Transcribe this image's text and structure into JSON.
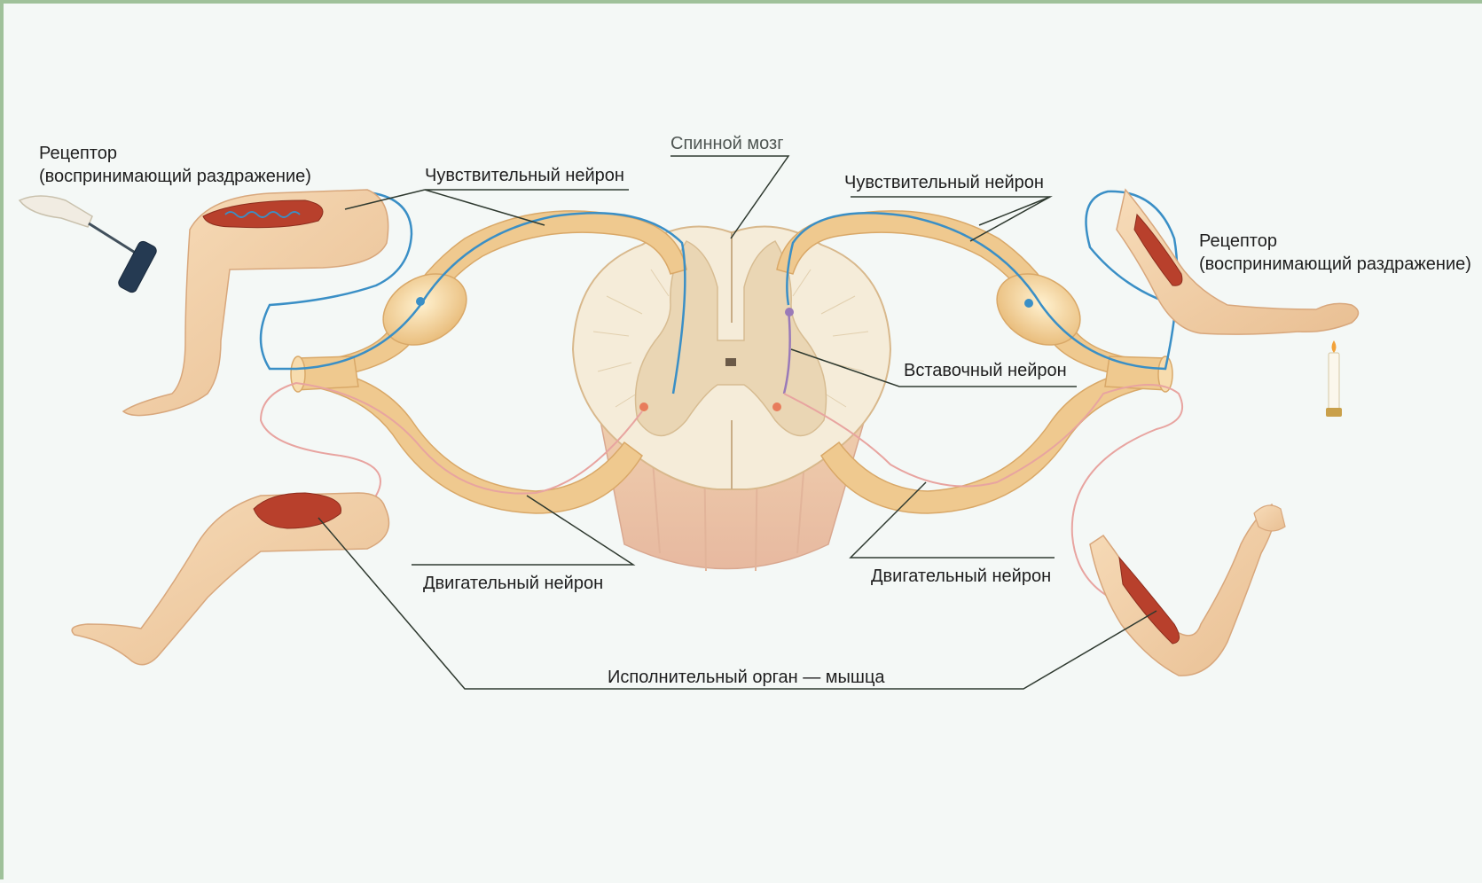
{
  "labels": {
    "spinal_cord": "Спинной мозг",
    "sensory_neuron_left": "Чувствительный нейрон",
    "sensory_neuron_right": "Чувствительный нейрон",
    "receptor_left_line1": "Рецептор",
    "receptor_left_line2": "(воспринимающий раздражение)",
    "receptor_right_line1": "Рецептор",
    "receptor_right_line2": "(воспринимающий раздражение)",
    "interneuron": "Вставочный нейрон",
    "motor_neuron_left": "Двигательный нейрон",
    "motor_neuron_right": "Двигательный нейрон",
    "effector": "Исполнительный орган — мышца"
  },
  "colors": {
    "background": "#f4f8f6",
    "frame": "#9fc19a",
    "nerve": "#efc98f",
    "nerve_edge": "#d9a868",
    "sensory_fiber": "#3a8fc6",
    "motor_fiber": "#e8a4a0",
    "interneuron_fiber": "#9a7ab8",
    "muscle": "#b8402c",
    "skin": "#f3d1a8",
    "leader_line": "#2f3a30"
  }
}
